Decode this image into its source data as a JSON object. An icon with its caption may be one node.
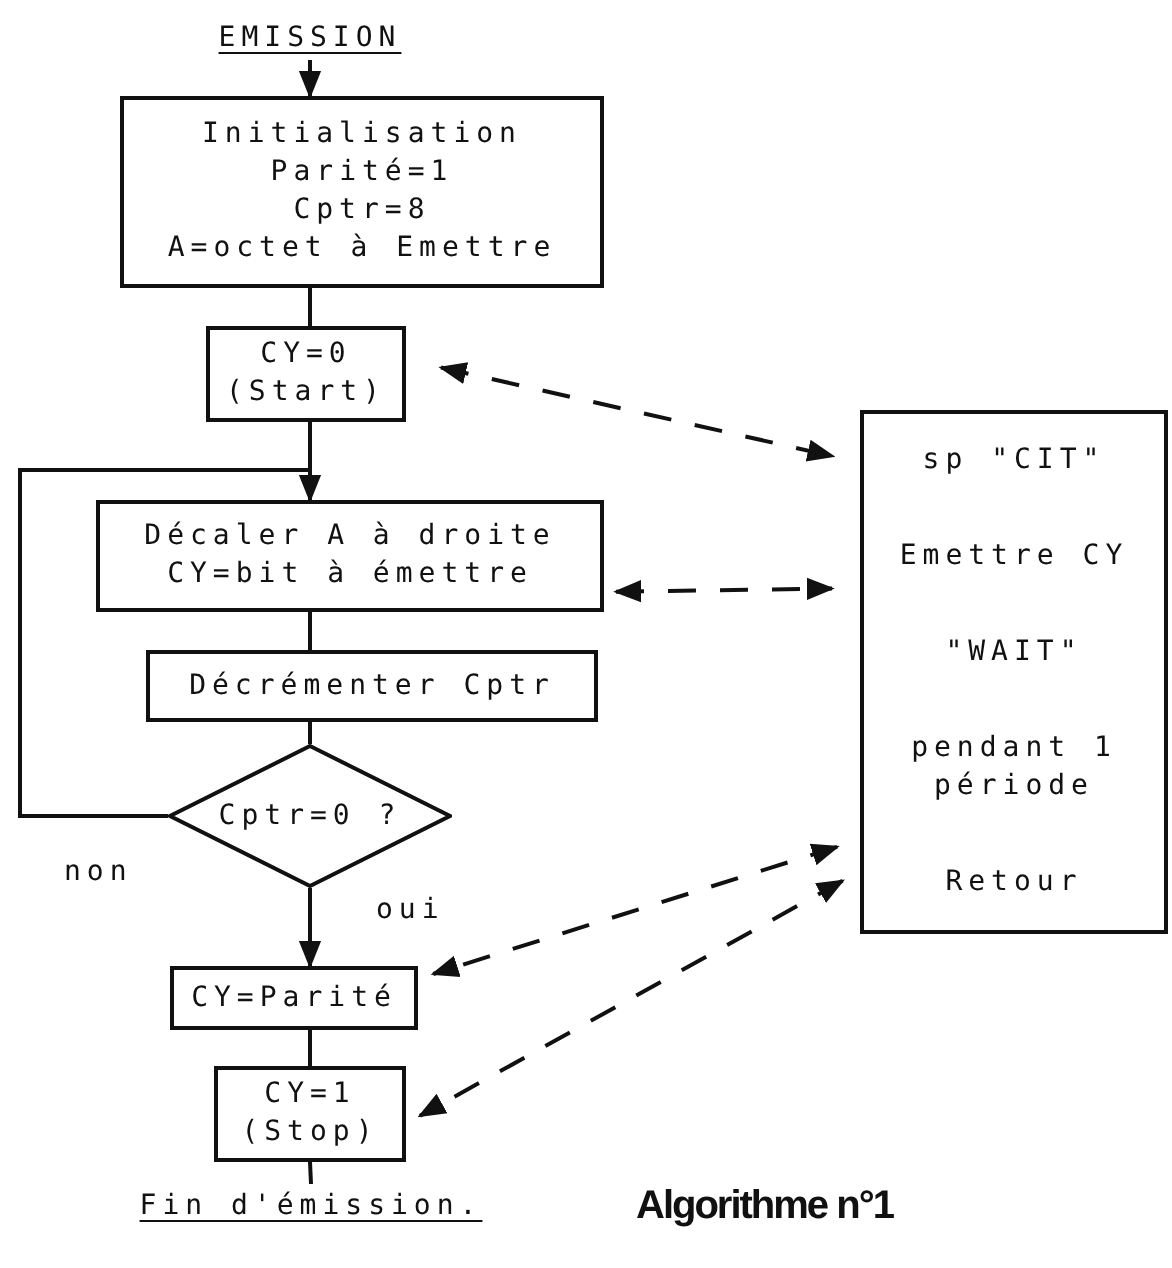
{
  "diagram": {
    "caption": "Algorithme n°1",
    "nodes": [
      {
        "text": [
          "EMISSION"
        ]
      },
      {
        "text": [
          "Initialisation",
          "Parité=1",
          "Cptr=8",
          "A=octet à Emettre"
        ]
      },
      {
        "text": [
          "CY=0 (Start)"
        ]
      },
      {
        "text": [
          "Décaler A à droite",
          "CY=bit à émettre"
        ]
      },
      {
        "text": [
          "Décrémenter Cptr"
        ]
      },
      {
        "text": [
          "Cptr=0 ?"
        ]
      },
      {
        "text": [
          "CY=Parité"
        ]
      },
      {
        "text": [
          "CY=1 (Stop)"
        ]
      },
      {
        "text": [
          "Fin d'émission."
        ]
      },
      {
        "text": [
          "sp \"CIT\"",
          "Emettre CY",
          "\"WAIT\"",
          "pendant 1 période",
          "Retour"
        ]
      }
    ],
    "edges": [
      {
        "from": 0,
        "to": 1,
        "arrow": "to"
      },
      {
        "from": 1,
        "to": 2,
        "arrow": "none"
      },
      {
        "from": 2,
        "to": 3,
        "arrow": "none"
      },
      {
        "from": 3,
        "to": 4,
        "arrow": "none"
      },
      {
        "from": 4,
        "to": 5,
        "arrow": "none"
      },
      {
        "from": 5,
        "to": 3,
        "arrow": "to",
        "label": "non"
      },
      {
        "from": 5,
        "to": 6,
        "arrow": "to",
        "label": "oui"
      },
      {
        "from": 6,
        "to": 7,
        "arrow": "none"
      },
      {
        "from": 7,
        "to": 8,
        "arrow": "none"
      },
      {
        "from": 2,
        "to": 9,
        "arrow": "both",
        "style": "dashed"
      },
      {
        "from": 3,
        "to": 9,
        "arrow": "both",
        "style": "dashed"
      },
      {
        "from": 9,
        "to": 6,
        "arrow": "both",
        "style": "dashed"
      },
      {
        "from": 9,
        "to": 7,
        "arrow": "both",
        "style": "dashed"
      }
    ]
  }
}
